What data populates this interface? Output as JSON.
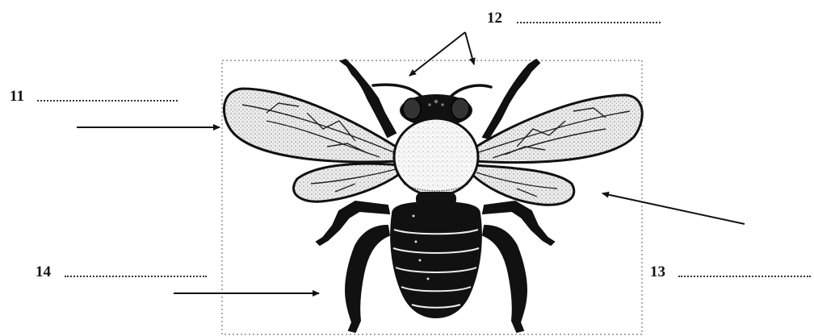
{
  "labels": [
    {
      "id": "label-11",
      "number": "11"
    },
    {
      "id": "label-12",
      "number": "12"
    },
    {
      "id": "label-13",
      "number": "13"
    },
    {
      "id": "label-14",
      "number": "14"
    }
  ],
  "colors": {
    "ink": "#111111",
    "wing_fill": "#dcdcdc",
    "thorax_fill": "#f4f4f4",
    "frame": "#777777"
  }
}
